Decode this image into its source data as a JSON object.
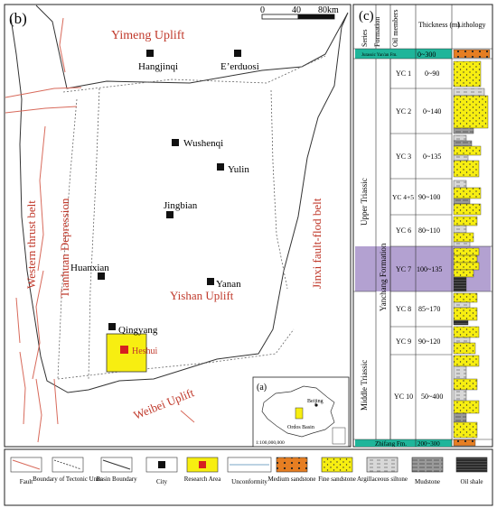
{
  "panel_b": {
    "label": "(b)",
    "scale": {
      "ticks": [
        "0",
        "40",
        "80km"
      ]
    },
    "regions": {
      "yimeng": "Yimeng Uplift",
      "western": "Western thrust belt",
      "tianhuan": "Tianhuan Depression",
      "jinxi": "Jinxi fault-flod belt",
      "yishan": "Yishan Uplift",
      "weibei": "Weibei Uplift"
    },
    "cities": [
      "Hangjinqi",
      "E’erduosi",
      "Wushenqi",
      "Yulin",
      "Jingbian",
      "Huanxian",
      "Yanan",
      "Qingyang",
      "Heshui"
    ]
  },
  "panel_a": {
    "label": "(a)",
    "beijing": "Beijing",
    "ordos": "Ordos Basin",
    "scale": "1:100,000,000"
  },
  "panel_c": {
    "label": "(c)",
    "headers": {
      "series": "Series",
      "formation": "Formation",
      "oil": "Oil members",
      "thickness": "Thickness (m)",
      "lithology": "Lithology"
    },
    "top_unit": {
      "name": "Jurassic Yan'an Fm.",
      "thickness": "0~300"
    },
    "series_names": {
      "upper": "Upper Triassic",
      "middle": "Middle Triassic"
    },
    "formation_name": "Yanchang Formation",
    "members": [
      {
        "name": "YC 1",
        "thickness": "0~90"
      },
      {
        "name": "YC 2",
        "thickness": "0~140"
      },
      {
        "name": "YC 3",
        "thickness": "0~135"
      },
      {
        "name": "YC 4+5",
        "thickness": "90~100"
      },
      {
        "name": "YC 6",
        "thickness": "80~110"
      },
      {
        "name": "YC 7",
        "thickness": "100~135"
      },
      {
        "name": "YC 8",
        "thickness": "85~170"
      },
      {
        "name": "YC 9",
        "thickness": "90~120"
      },
      {
        "name": "YC 10",
        "thickness": "50~400"
      }
    ],
    "bottom_unit": {
      "name": "Zhifang Fm.",
      "thickness": "200~300"
    }
  },
  "legend": [
    {
      "label": "Fault"
    },
    {
      "label": "Boundary of Tectonic Units"
    },
    {
      "label": "Basin Boundary"
    },
    {
      "label": "City"
    },
    {
      "label": "Research Area"
    },
    {
      "label": "Unconformity"
    },
    {
      "label": "Medium sandstone"
    },
    {
      "label": "Fine sandstone"
    },
    {
      "label": "Argillaceous siltone"
    },
    {
      "label": "Mudstone"
    },
    {
      "label": "Oil shale"
    }
  ],
  "colors": {
    "region_text": "#c0392b",
    "research_area": "#f7ee11",
    "yc7_highlight": "#b3a1d1",
    "unconformity_band": "#1fb59a",
    "medium_sandstone": "#e67e22"
  }
}
